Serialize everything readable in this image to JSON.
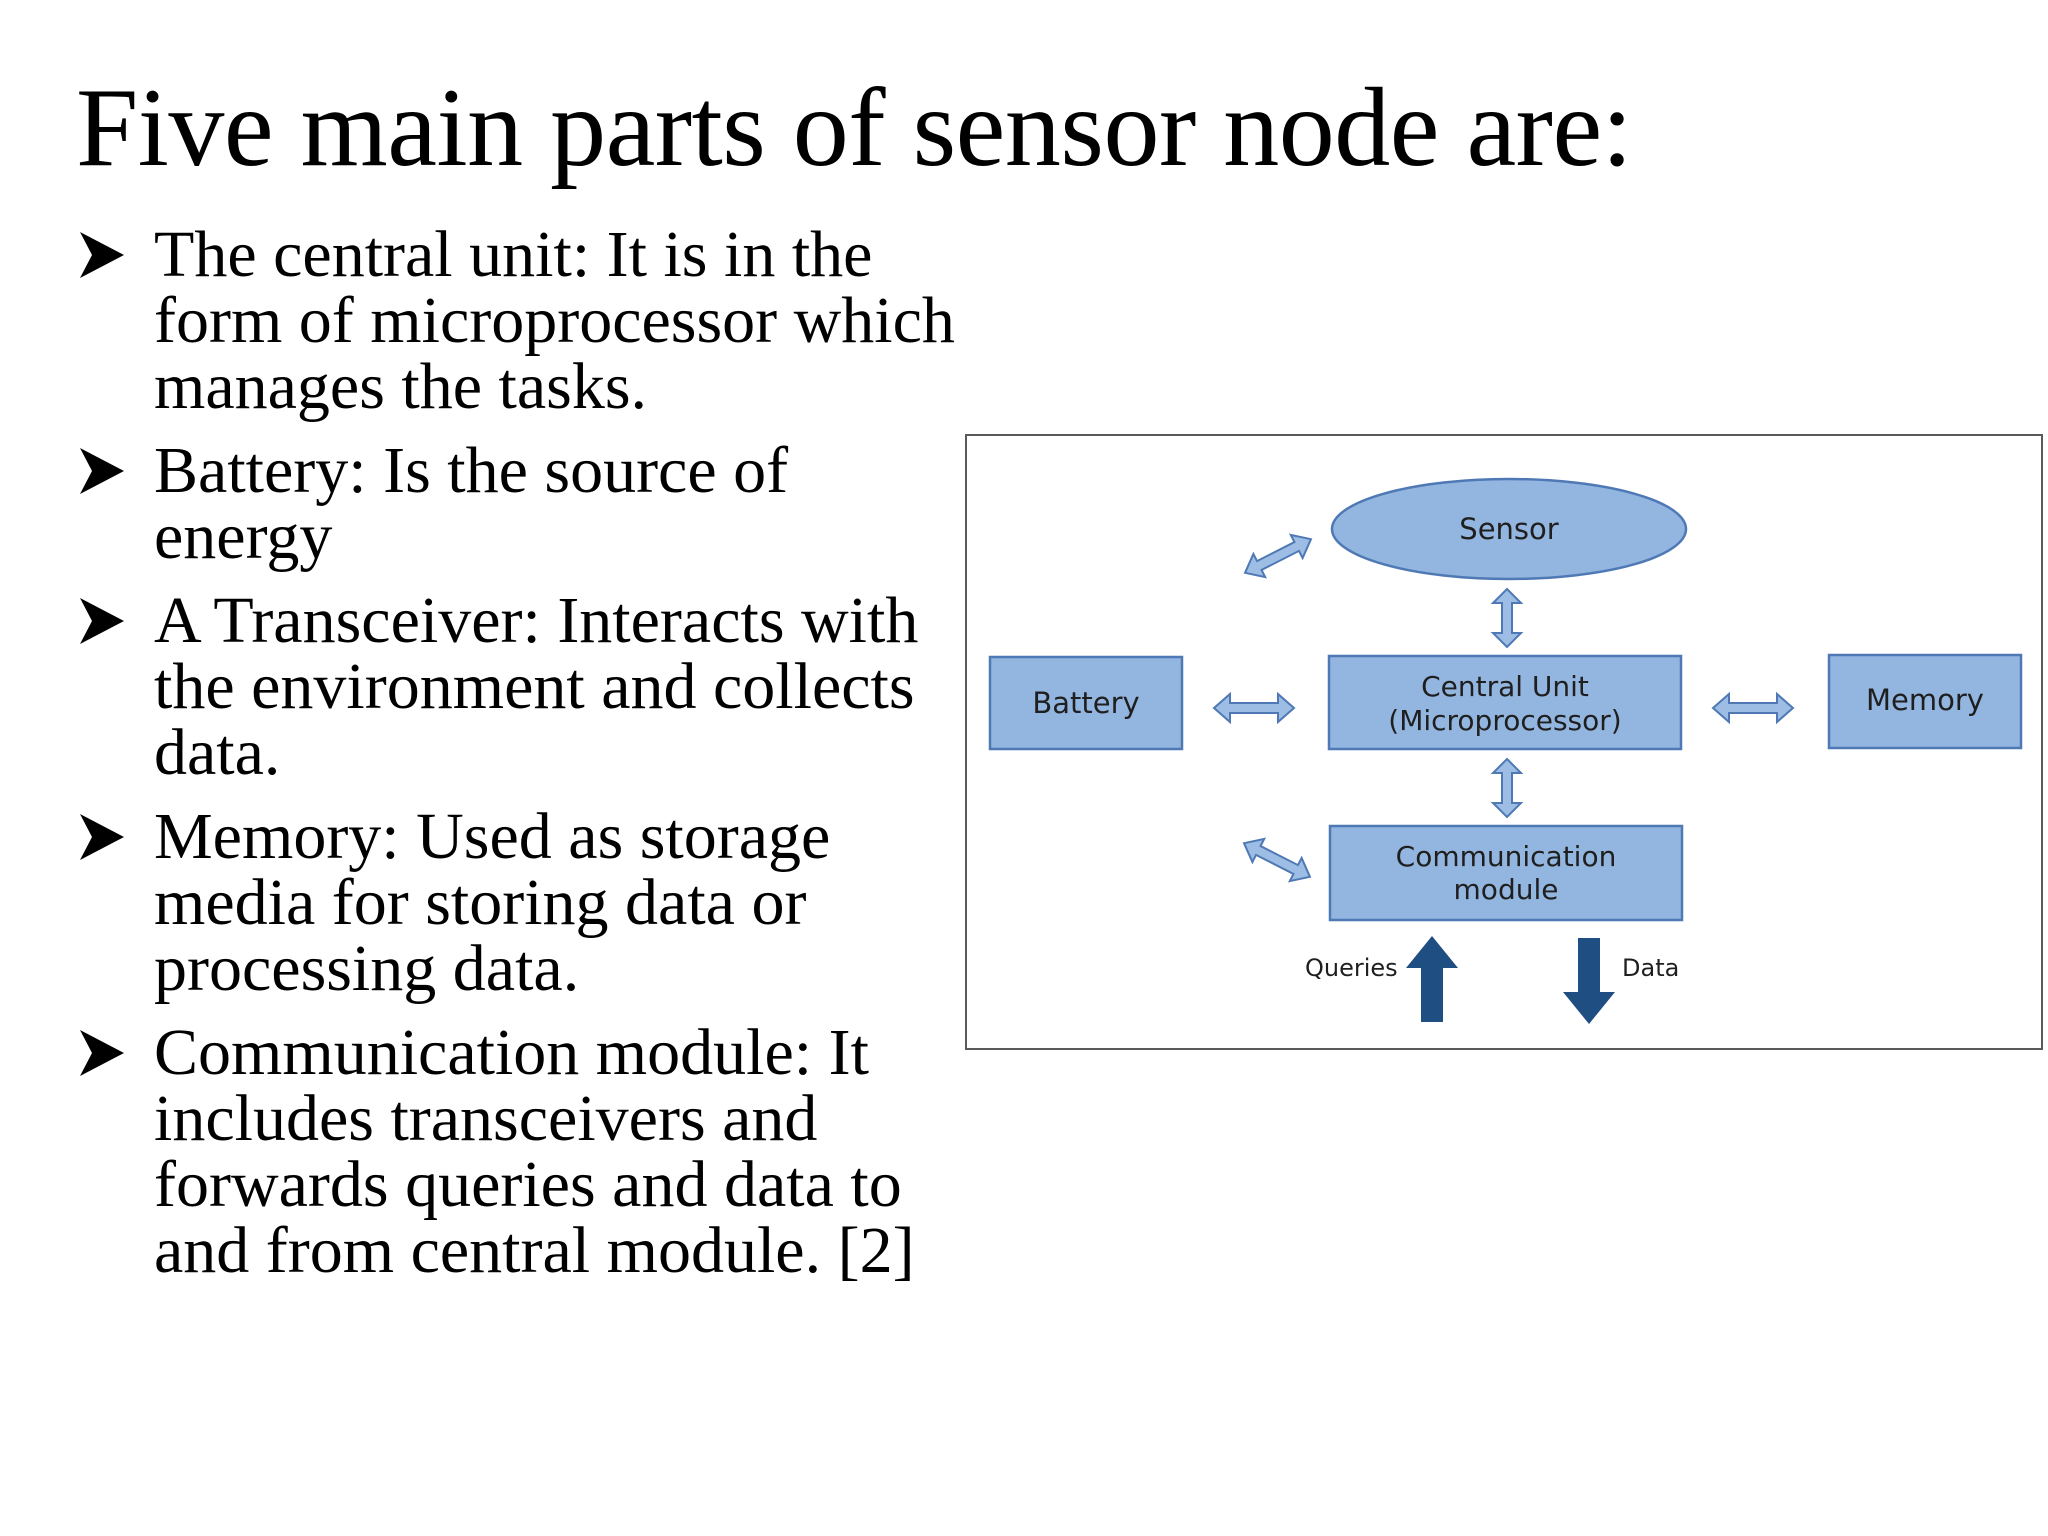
{
  "slide": {
    "title": "Five main parts of sensor node are:",
    "bullets": [
      {
        "text": "The central unit: It is in the\nform of microprocessor which\nmanages the tasks."
      },
      {
        "text": "Battery: Is the source of\nenergy"
      },
      {
        "text": "A Transceiver: Interacts with\nthe environment and collects\ndata."
      },
      {
        "text": "Memory: Used as storage\nmedia for storing data or\nprocessing data."
      },
      {
        "text": "Communication module: It\nincludes transceivers and\nforwards queries and data to\nand from central module. [2]"
      }
    ],
    "bullet_icon": "arrowhead-bullet-icon"
  },
  "diagram": {
    "nodes": {
      "sensor": "Sensor",
      "battery": "Battery",
      "central_line1": "Central Unit",
      "central_line2": "(Microprocessor)",
      "memory": "Memory",
      "comm_line1": "Communication",
      "comm_line2": "module"
    },
    "flows": {
      "queries": "Queries",
      "data": "Data"
    },
    "colors": {
      "node_fill": "#93b6e0",
      "node_stroke": "#4f79b5",
      "arrow_fill": "#9dbde4",
      "arrow_stroke": "#4f79b5",
      "flow_arrow": "#1f4e82",
      "frame": "#5a5a5a"
    }
  }
}
